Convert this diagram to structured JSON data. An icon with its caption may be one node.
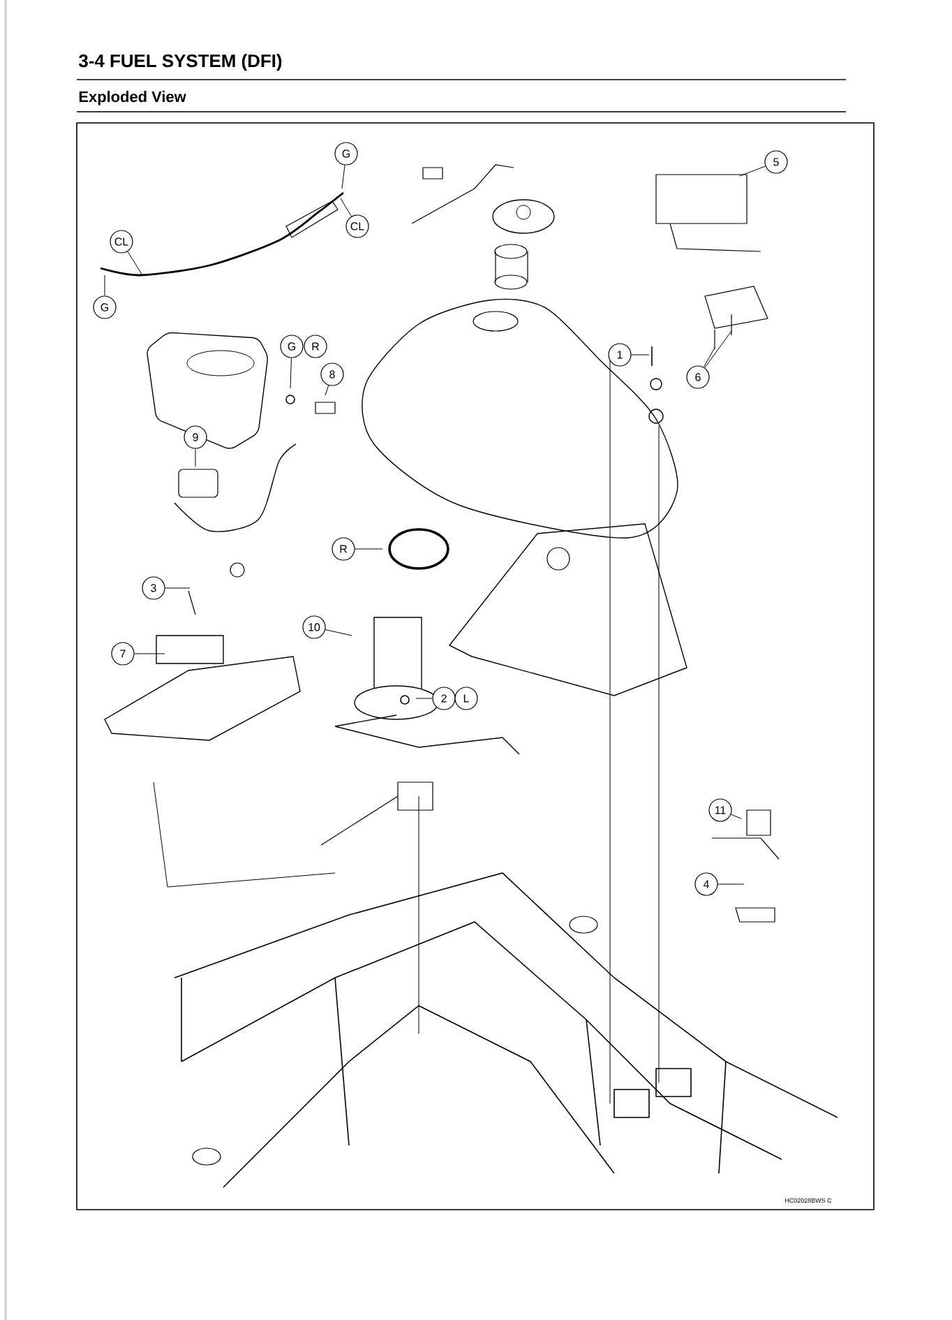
{
  "diagram": {
    "title": "3-4 FUEL SYSTEM (DFI)",
    "nodes": [
      {
        "text": [
          "G"
        ]
      },
      {
        "text": [
          "CL"
        ]
      },
      {
        "text": [
          "CL"
        ]
      },
      {
        "text": [
          "G"
        ]
      },
      {
        "text": [
          "G"
        ]
      },
      {
        "text": [
          "R"
        ]
      },
      {
        "text": [
          "8"
        ]
      },
      {
        "text": [
          "9"
        ]
      },
      {
        "text": [
          "3"
        ]
      },
      {
        "text": [
          "7"
        ]
      },
      {
        "text": [
          "10"
        ]
      },
      {
        "text": [
          "R"
        ]
      },
      {
        "text": [
          "2"
        ]
      },
      {
        "text": [
          "L"
        ]
      },
      {
        "text": [
          "1"
        ]
      },
      {
        "text": [
          "5"
        ]
      },
      {
        "text": [
          "6"
        ]
      },
      {
        "text": [
          "11"
        ]
      },
      {
        "text": [
          "4"
        ]
      }
    ],
    "edges": [
      {
        "from": 0,
        "to": null,
        "arrow": "none"
      },
      {
        "from": 1,
        "to": null,
        "arrow": "none"
      },
      {
        "from": 2,
        "to": null,
        "arrow": "none"
      },
      {
        "from": 3,
        "to": null,
        "arrow": "none"
      },
      {
        "from": 4,
        "to": null,
        "arrow": "none"
      },
      {
        "from": 6,
        "to": null,
        "arrow": "none"
      },
      {
        "from": 7,
        "to": null,
        "arrow": "none"
      },
      {
        "from": 8,
        "to": null,
        "arrow": "none"
      },
      {
        "from": 9,
        "to": null,
        "arrow": "none"
      },
      {
        "from": 10,
        "to": null,
        "arrow": "none"
      },
      {
        "from": 11,
        "to": null,
        "arrow": "none"
      },
      {
        "from": 12,
        "to": null,
        "arrow": "none"
      },
      {
        "from": 14,
        "to": null,
        "arrow": "none"
      },
      {
        "from": 15,
        "to": null,
        "arrow": "none"
      },
      {
        "from": 16,
        "to": null,
        "arrow": "none"
      },
      {
        "from": 16,
        "to": null,
        "arrow": "none"
      },
      {
        "from": 17,
        "to": null,
        "arrow": "none"
      },
      {
        "from": 18,
        "to": null,
        "arrow": "none"
      }
    ],
    "labels": [
      "Exploded View",
      "HC02028BWS C"
    ]
  }
}
